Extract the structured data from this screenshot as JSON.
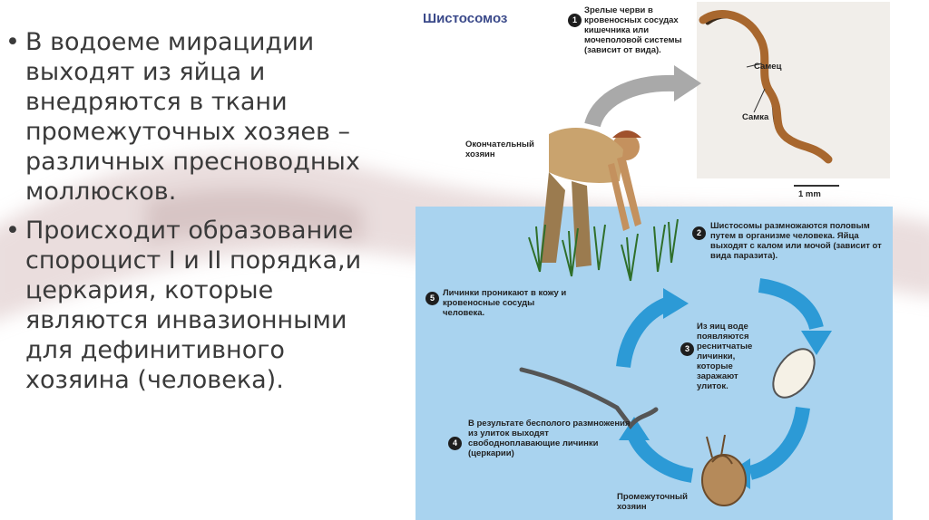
{
  "slide": {
    "bullets": [
      "В водоеме мирацидии выходят из яйца и внедряются в ткани промежуточных хозяев – различных пресноводных моллюсков.",
      " Происходит образование спороцист I и II порядка,и церкария, которые являются инвазионными для дефинитивного хозяина (человека)."
    ],
    "bullet_glyph": "•"
  },
  "diagram": {
    "title": "Шистосомоз",
    "steps": [
      {
        "num": "1",
        "text": "Зрелые черви в кровеносных сосудах кишечника или мочеполовой системы (зависит от вида)."
      },
      {
        "num": "2",
        "text": "Шистосомы размножаются половым путем в организме человека. Яйца выходят с калом или мочой (зависит от вида паразита)."
      },
      {
        "num": "3",
        "text": "Из яиц воде появляются реснитчатые личинки, которые заражают улиток."
      },
      {
        "num": "4",
        "text": "В результате бесполого размножения из улиток выходят свободноплавающие личинки (церкарии)"
      },
      {
        "num": "5",
        "text": "Личинки проникают в кожу и кровеносные сосуды человека."
      }
    ],
    "labels": {
      "male": "Самец",
      "female": "Самка",
      "scale": "1 mm",
      "definitive_host": "Окончательный хозяин",
      "intermediate_host": "Промежуточный хозяин"
    },
    "colors": {
      "water": "#a9d3ef",
      "cycle_arrow": "#2c9ad6",
      "title": "#3b4a8a",
      "worm": "#a8672e"
    }
  }
}
